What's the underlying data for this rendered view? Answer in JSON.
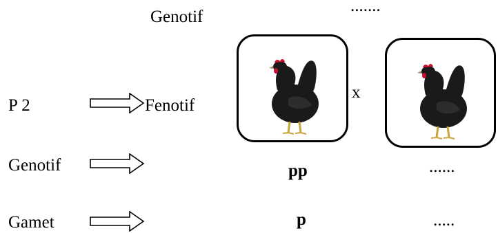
{
  "top": {
    "genotype_label": "Genotif",
    "genotype_value": "......."
  },
  "rows": {
    "p2_label": "P 2",
    "phenotype_label": "Fenotif",
    "cross_symbol": "x",
    "genotype_label": "Genotif",
    "genotype_left": "pp",
    "genotype_right": "......",
    "gamete_label": "Gamet",
    "gamete_left": "p",
    "gamete_right": "....."
  },
  "images": {
    "left": "black-hen-image",
    "right": "black-hen-image"
  },
  "colors": {
    "text": "#000000",
    "hen_body": "#1a1a1a",
    "comb": "#c8102e",
    "legs": "#c9a23a"
  }
}
